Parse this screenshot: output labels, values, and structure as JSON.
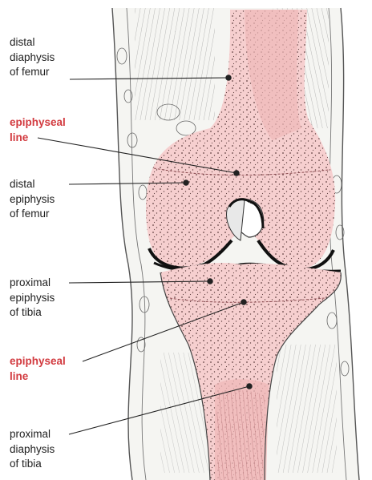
{
  "colors": {
    "bone": "#f6cfcf",
    "bone_dark": "#efb8b8",
    "label_text": "#1f1f1f",
    "highlight_text": "#d23a3f",
    "leader": "#222222"
  },
  "labels": [
    {
      "lines": [
        "distal",
        "diaphysis",
        "of femur"
      ],
      "highlight": false
    },
    {
      "lines": [
        "epiphyseal",
        "line"
      ],
      "highlight": true
    },
    {
      "lines": [
        "distal",
        "epiphysis",
        "of femur"
      ],
      "highlight": false
    },
    {
      "lines": [
        "proximal",
        "epiphysis",
        "of tibia"
      ],
      "highlight": false
    },
    {
      "lines": [
        "epiphyseal",
        "line"
      ],
      "highlight": true
    },
    {
      "lines": [
        "proximal",
        "diaphysis",
        "of tibia"
      ],
      "highlight": false
    }
  ]
}
